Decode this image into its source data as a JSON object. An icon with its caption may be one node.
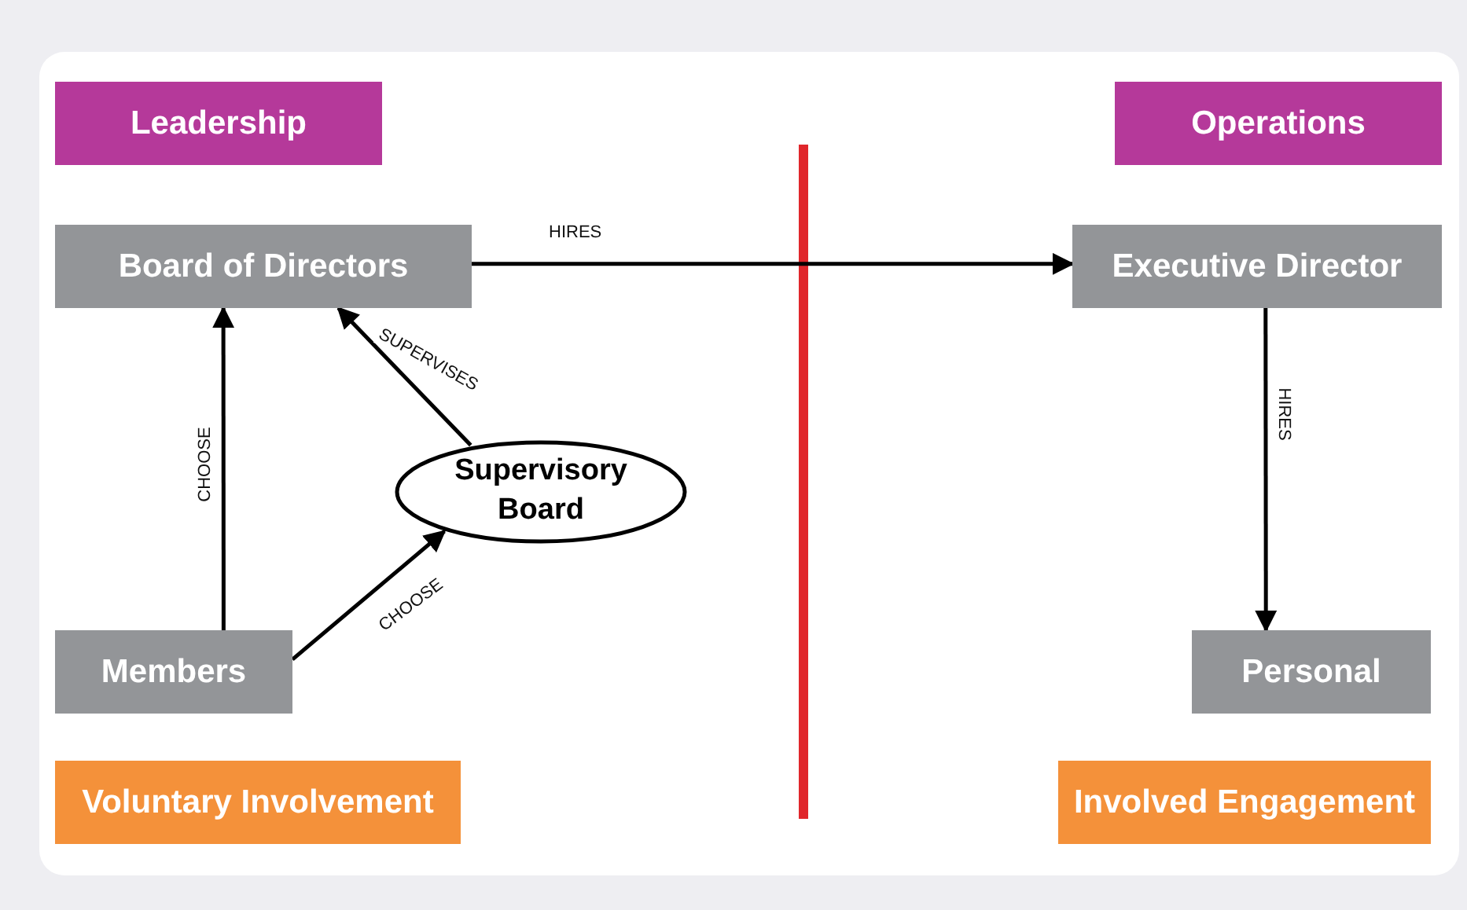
{
  "diagram": {
    "nodes": [
      {
        "text": [
          "Leadership"
        ]
      },
      {
        "text": [
          "Operations"
        ]
      },
      {
        "text": [
          "Board of Directors"
        ]
      },
      {
        "text": [
          "Executive Director"
        ]
      },
      {
        "text": [
          "Supervisory Board"
        ]
      },
      {
        "text": [
          "Members"
        ]
      },
      {
        "text": [
          "Personal"
        ]
      },
      {
        "text": [
          "Voluntary Involvement"
        ]
      },
      {
        "text": [
          "Involved Engagement"
        ]
      }
    ],
    "edges": [
      {
        "from": 2,
        "to": 3,
        "arrow": "to",
        "label": "HIRES"
      },
      {
        "from": 5,
        "to": 2,
        "arrow": "to",
        "label": "CHOOSE"
      },
      {
        "from": 4,
        "to": 2,
        "arrow": "to",
        "label": "SUPERVISES"
      },
      {
        "from": 5,
        "to": 4,
        "arrow": "to",
        "label": "CHOOSE"
      },
      {
        "from": 3,
        "to": 6,
        "arrow": "to",
        "label": "HIRES"
      }
    ]
  }
}
